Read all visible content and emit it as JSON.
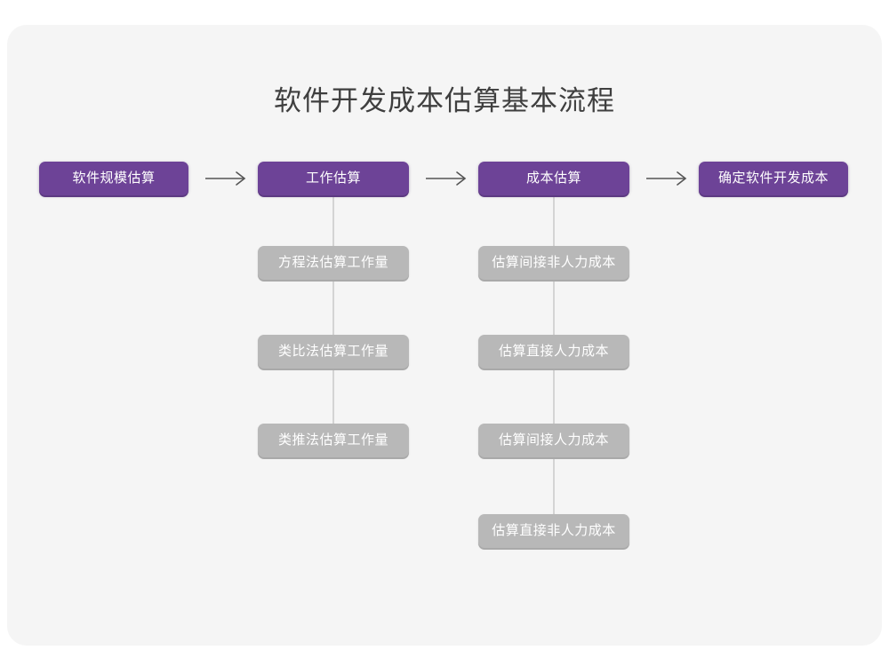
{
  "page": {
    "background_color": "#ffffff",
    "card_color": "#f5f5f5"
  },
  "diagram": {
    "title": "软件开发成本估算基本流程",
    "title_color": "#3f3f3f",
    "type": "flowchart",
    "accent_color": "#6d4397",
    "secondary_color": "#b8b8b8",
    "connector_color": "#d4d4d4",
    "arrow_color": "#555555",
    "main_stages": [
      {
        "id": "stage-1",
        "label": "软件规模估算"
      },
      {
        "id": "stage-2",
        "label": "工作估算"
      },
      {
        "id": "stage-3",
        "label": "成本估算"
      },
      {
        "id": "stage-4",
        "label": "确定软件开发成本"
      }
    ],
    "arrows": [
      {
        "id": "arrow-1",
        "glyph": "→",
        "from": "stage-1",
        "to": "stage-2"
      },
      {
        "id": "arrow-2",
        "glyph": "→",
        "from": "stage-2",
        "to": "stage-3"
      },
      {
        "id": "arrow-3",
        "glyph": "→",
        "from": "stage-3",
        "to": "stage-4"
      }
    ],
    "sub_items_stage_2": [
      {
        "id": "effort-1",
        "label": "方程法估算工作量"
      },
      {
        "id": "effort-2",
        "label": "类比法估算工作量"
      },
      {
        "id": "effort-3",
        "label": "类推法估算工作量"
      }
    ],
    "sub_items_stage_3": [
      {
        "id": "cost-1",
        "label": "估算间接非人力成本"
      },
      {
        "id": "cost-2",
        "label": "估算直接人力成本"
      },
      {
        "id": "cost-3",
        "label": "估算间接人力成本"
      },
      {
        "id": "cost-4",
        "label": "估算直接非人力成本"
      }
    ]
  }
}
